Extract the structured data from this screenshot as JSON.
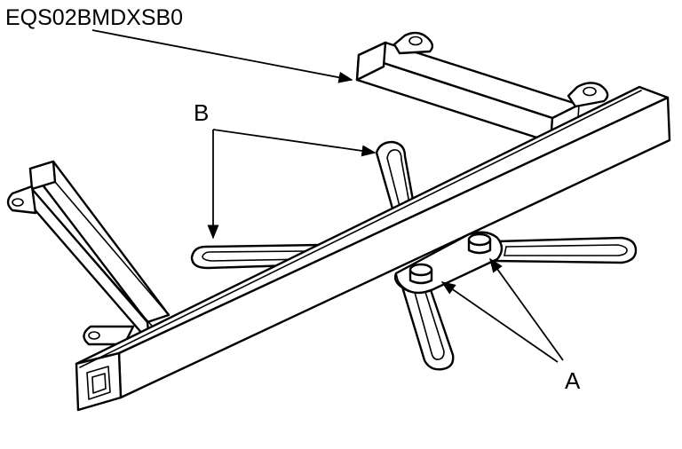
{
  "figure_code": "EQS02BMDXSB0",
  "callouts": {
    "a": "A",
    "b": "B"
  }
}
